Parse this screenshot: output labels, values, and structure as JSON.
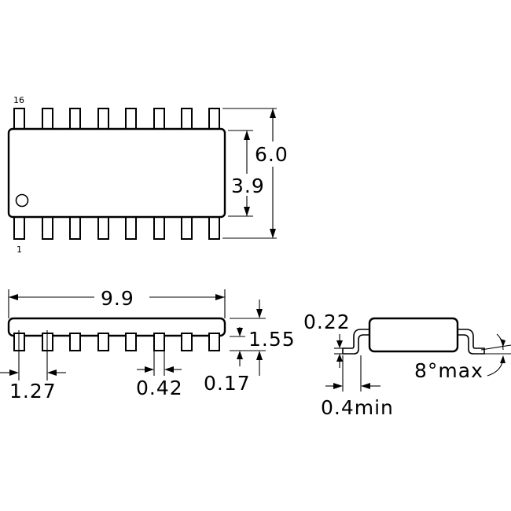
{
  "diagram": {
    "pin_count": 16,
    "pins_per_side": 8,
    "pin_labels": {
      "first": "1",
      "last": "16"
    },
    "dimensions": {
      "overall_width": "6.0",
      "body_width": "3.9",
      "body_length": "9.9",
      "height": "1.55",
      "standoff": "0.17",
      "pitch": "1.27",
      "lead_width": "0.42",
      "lead_thickness": "0.22",
      "foot_length": "0.4min",
      "foot_angle": "8°max"
    }
  }
}
